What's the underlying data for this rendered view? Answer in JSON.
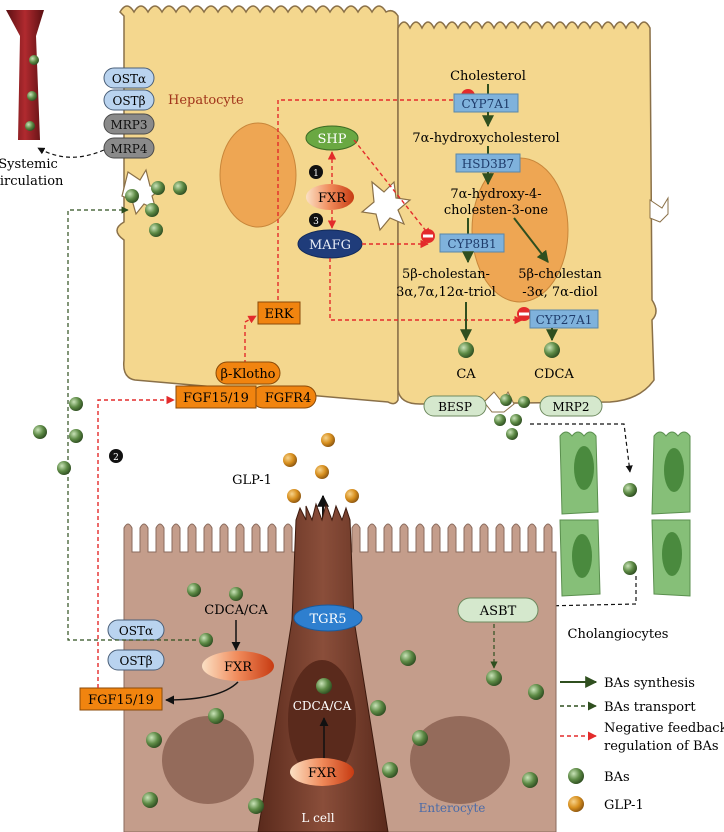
{
  "colors": {
    "hepatocyte": "#f4d78e",
    "hepatocyte_border": "#8a7048",
    "nucleus": "#eea653",
    "enterocyte": "#c49d8b",
    "cholangiocyte": "#86bf78",
    "synthesis_arrow": "#2f4f1f",
    "feedback_arrow": "#e32b2b",
    "bile_acid": "#4d7a3a",
    "glp1": "#d89425",
    "enzyme_box": "#7fb2dc",
    "orange_box": "#f1840f",
    "transporter_pill": "#b9d3ef"
  },
  "labels": {
    "hepatocyte": "Hepatocyte",
    "systemic_line1": "Systemic",
    "systemic_line2": "circulation",
    "cholangiocytes": "Cholangiocytes",
    "enterocyte": "Enterocyte",
    "l_cell": "L cell",
    "glp1": "GLP-1"
  },
  "transporters": {
    "ost_alpha": "OSTα",
    "ost_beta": "OSTβ",
    "mrp3": "MRP3",
    "mrp4": "MRP4",
    "besp": "BESP",
    "mrp2": "MRP2",
    "asbt": "ASBT",
    "ost_alpha_gut": "OSTα",
    "ost_beta_gut": "OSTβ"
  },
  "pathway": {
    "cholesterol": "Cholesterol",
    "cyp7a1": "CYP7A1",
    "hydroxy1_line1": "7α-hydroxycholesterol",
    "hsd3b7": "HSD3B7",
    "hydroxy2_line1": "7α-hydroxy-4-",
    "hydroxy2_line2": "cholesten-3-one",
    "cyp8b1": "CYP8B1",
    "triol_line1": "5β-cholestan-",
    "triol_line2": "3α,7α,12α-triol",
    "diol_line1": "5β-cholestan",
    "diol_line2": "-3α, 7α-diol",
    "cyp27a1": "CYP27A1",
    "ca": "CA",
    "cdca": "CDCA"
  },
  "signaling": {
    "shp": "SHP",
    "fxr": "FXR",
    "mafg": "MAFG",
    "erk": "ERK",
    "klotho": "β-Klotho",
    "fgf_liver": "FGF15/19",
    "fgfr4": "FGFR4",
    "fgf_gut": "FGF15/19",
    "fxr_enterocyte": "FXR",
    "cdca_ca_enterocyte": "CDCA/CA",
    "tgr5": "TGR5",
    "cdca_ca_lcell": "CDCA/CA",
    "fxr_lcell": "FXR",
    "step1": "1",
    "step2": "2",
    "step3": "3"
  },
  "legend": {
    "synthesis": "BAs synthesis",
    "transport": "BAs transport",
    "feedback_line1": "Negative feedback",
    "feedback_line2": "regulation of BAs",
    "bas": "BAs",
    "glp1": "GLP-1"
  }
}
